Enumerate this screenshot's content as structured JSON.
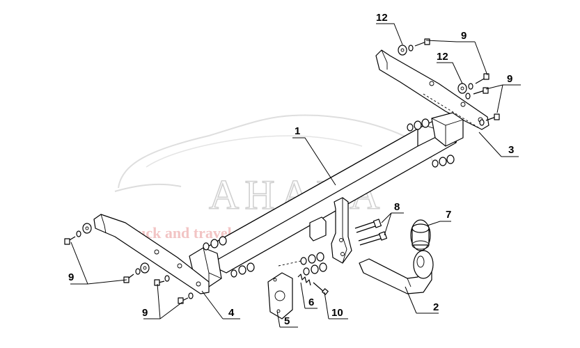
{
  "watermark": {
    "brand": "АНАКА",
    "tagline": "truck and travel"
  },
  "part_labels": [
    {
      "key": "p1",
      "text": "1"
    },
    {
      "key": "p2",
      "text": "2"
    },
    {
      "key": "p3",
      "text": "3"
    },
    {
      "key": "p4",
      "text": "4"
    },
    {
      "key": "p5",
      "text": "5"
    },
    {
      "key": "p6",
      "text": "6"
    },
    {
      "key": "p7",
      "text": "7"
    },
    {
      "key": "p8",
      "text": "8"
    },
    {
      "key": "p9a",
      "text": "9"
    },
    {
      "key": "p9b",
      "text": "9"
    },
    {
      "key": "p9c",
      "text": "9"
    },
    {
      "key": "p9d",
      "text": "9"
    },
    {
      "key": "p10",
      "text": "10"
    },
    {
      "key": "p12a",
      "text": "12"
    },
    {
      "key": "p12b",
      "text": "12"
    }
  ]
}
